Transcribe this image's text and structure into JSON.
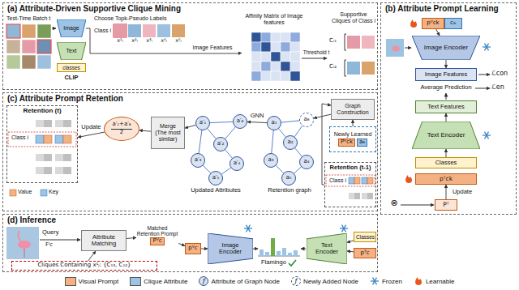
{
  "diagram": {
    "nodes": [
      {
        "text": [
          "(a) Attribute-Driven Supportive Clique Mining"
        ]
      },
      {
        "text": [
          "Image"
        ],
        "in": 0
      },
      {
        "text": [
          "Text"
        ],
        "in": 0
      },
      {
        "text": [
          "classes"
        ],
        "in": 0
      },
      {
        "text": [
          "Affinity Matrix of Image features"
        ],
        "in": 0
      },
      {
        "text": [
          "(b) Attribute Prompt Learning"
        ]
      },
      {
        "text": [
          "pⱽck"
        ],
        "in": 5
      },
      {
        "text": [
          "cᵢₖ"
        ],
        "in": 5
      },
      {
        "text": [
          "Image Encoder"
        ],
        "in": 5
      },
      {
        "text": [
          "Image Features"
        ],
        "in": 5
      },
      {
        "text": [
          "Text Features"
        ],
        "in": 5
      },
      {
        "text": [
          "Text Encoder"
        ],
        "in": 5
      },
      {
        "text": [
          "Classes"
        ],
        "in": 5
      },
      {
        "text": [
          "pᵀck"
        ],
        "in": 5
      },
      {
        "text": [
          "Pᵀ"
        ],
        "in": 5
      },
      {
        "text": [
          "(c) Attribute Prompt Retention"
        ]
      },
      {
        "text": [
          "Retention (t)",
          "Class i"
        ],
        "in": 15
      },
      {
        "text": [
          "Merge (The most similar)"
        ],
        "in": 15
      },
      {
        "text": [
          "Graph Construction"
        ],
        "in": 15
      },
      {
        "text": [
          "Retention (t-1)",
          "Class i"
        ],
        "in": 15
      },
      {
        "text": [
          "Newly Learned",
          "Pⱽck",
          "a₆"
        ],
        "in": 15
      },
      {
        "text": [
          "a₁"
        ],
        "in": 15
      },
      {
        "text": [
          "a₂"
        ],
        "in": 15
      },
      {
        "text": [
          "a₃"
        ],
        "in": 15
      },
      {
        "text": [
          "a₄"
        ],
        "in": 15
      },
      {
        "text": [
          "a₅"
        ],
        "in": 15
      },
      {
        "text": [
          "a₆"
        ],
        "in": 15
      },
      {
        "text": [
          "a′₁"
        ],
        "in": 15
      },
      {
        "text": [
          "a′₂"
        ],
        "in": 15
      },
      {
        "text": [
          "a′₃"
        ],
        "in": 15
      },
      {
        "text": [
          "a′₄"
        ],
        "in": 15
      },
      {
        "text": [
          "a′₅"
        ],
        "in": 15
      },
      {
        "text": [
          "a′₆"
        ],
        "in": 15
      },
      {
        "text": [
          "a′₁+a′₆",
          "2"
        ],
        "in": 15
      },
      {
        "text": [
          "(d) Inference"
        ]
      },
      {
        "text": [
          "Attribute Matching"
        ],
        "in": 34
      },
      {
        "text": [
          "Matched Retention Prompt",
          "Pⱽc"
        ],
        "in": 34
      },
      {
        "text": [
          "Cliques Containing x¹ⱼ: {C₁₃, C₁₂}"
        ],
        "in": 34
      },
      {
        "text": [
          "pⱽc"
        ],
        "in": 34
      },
      {
        "text": [
          "Image Encoder"
        ],
        "in": 34
      },
      {
        "text": [
          "Text Encoder"
        ],
        "in": 34
      },
      {
        "text": [
          "Classes"
        ],
        "in": 34
      },
      {
        "text": [
          "pᵀc"
        ],
        "in": 34
      }
    ],
    "edges": [
      {
        "from": 1,
        "to": 4,
        "arrow": "to"
      },
      {
        "from": 6,
        "to": 8,
        "arrow": "to"
      },
      {
        "from": 8,
        "to": 9,
        "arrow": "to"
      },
      {
        "from": 12,
        "to": 11,
        "arrow": "to"
      },
      {
        "from": 11,
        "to": 10,
        "arrow": "to"
      },
      {
        "from": 14,
        "to": 13,
        "label": "Update",
        "arrow": "to"
      },
      {
        "from": 20,
        "to": 18,
        "arrow": "to"
      },
      {
        "from": 19,
        "to": 18,
        "arrow": "to"
      },
      {
        "from": 18,
        "to": 26,
        "arrow": "to"
      },
      {
        "from": 21,
        "to": 22,
        "arrow": "none"
      },
      {
        "from": 21,
        "to": 23,
        "arrow": "none"
      },
      {
        "from": 22,
        "to": 24,
        "arrow": "none"
      },
      {
        "from": 23,
        "to": 25,
        "arrow": "none"
      },
      {
        "from": 24,
        "to": 25,
        "arrow": "none"
      },
      {
        "from": 22,
        "to": 26,
        "arrow": "none"
      },
      {
        "from": 21,
        "to": 26,
        "arrow": "none"
      },
      {
        "from": 21,
        "to": 32,
        "label": "GNN",
        "arrow": "to"
      },
      {
        "from": 27,
        "to": 28,
        "arrow": "none"
      },
      {
        "from": 27,
        "to": 29,
        "arrow": "none"
      },
      {
        "from": 28,
        "to": 30,
        "arrow": "none"
      },
      {
        "from": 29,
        "to": 31,
        "arrow": "none"
      },
      {
        "from": 30,
        "to": 31,
        "arrow": "none"
      },
      {
        "from": 28,
        "to": 32,
        "arrow": "none"
      },
      {
        "from": 27,
        "to": 32,
        "arrow": "none"
      },
      {
        "from": 27,
        "to": 17,
        "arrow": "to"
      },
      {
        "from": 17,
        "to": 33,
        "arrow": "to"
      },
      {
        "from": 33,
        "to": 16,
        "label": "Update",
        "arrow": "to"
      },
      {
        "from": 37,
        "to": 35,
        "arrow": "to"
      },
      {
        "from": 35,
        "to": 36,
        "arrow": "to"
      },
      {
        "from": 36,
        "to": 38,
        "arrow": "to"
      },
      {
        "from": 38,
        "to": 39,
        "arrow": "to"
      },
      {
        "from": 41,
        "to": 40,
        "arrow": "to"
      },
      {
        "from": 42,
        "to": 40,
        "arrow": "to"
      }
    ],
    "labels": [
      "Test-Time Batch t",
      "CLIP",
      "Choose Topk-Pseudo Labels",
      "Class i",
      "x¹ᵢ",
      "x²ᵢ",
      "x³ᵢ",
      "x⁴ᵢ",
      "x⁵ᵢ",
      "Image Features",
      "Threshold t",
      "Supportive Cliques of Class i",
      "Cᵢ₁",
      "Cᵢ₂",
      "Average Prediction",
      "ℒcon",
      "ℒen",
      "⊗",
      "Value",
      "Key",
      "Updated Attributes",
      "Retention graph",
      "Query",
      "Fᴵc",
      "Flamingo",
      "f",
      "f"
    ],
    "legend": [
      {
        "text": "Visual Prompt",
        "color": "#f4b183"
      },
      {
        "text": "Clique Attribute",
        "color": "#9dc3e6"
      },
      {
        "text": "Attribute of Graph Node"
      },
      {
        "text": "Newly Added Node"
      },
      {
        "text": "Frozen"
      },
      {
        "text": "Learnable"
      }
    ]
  }
}
